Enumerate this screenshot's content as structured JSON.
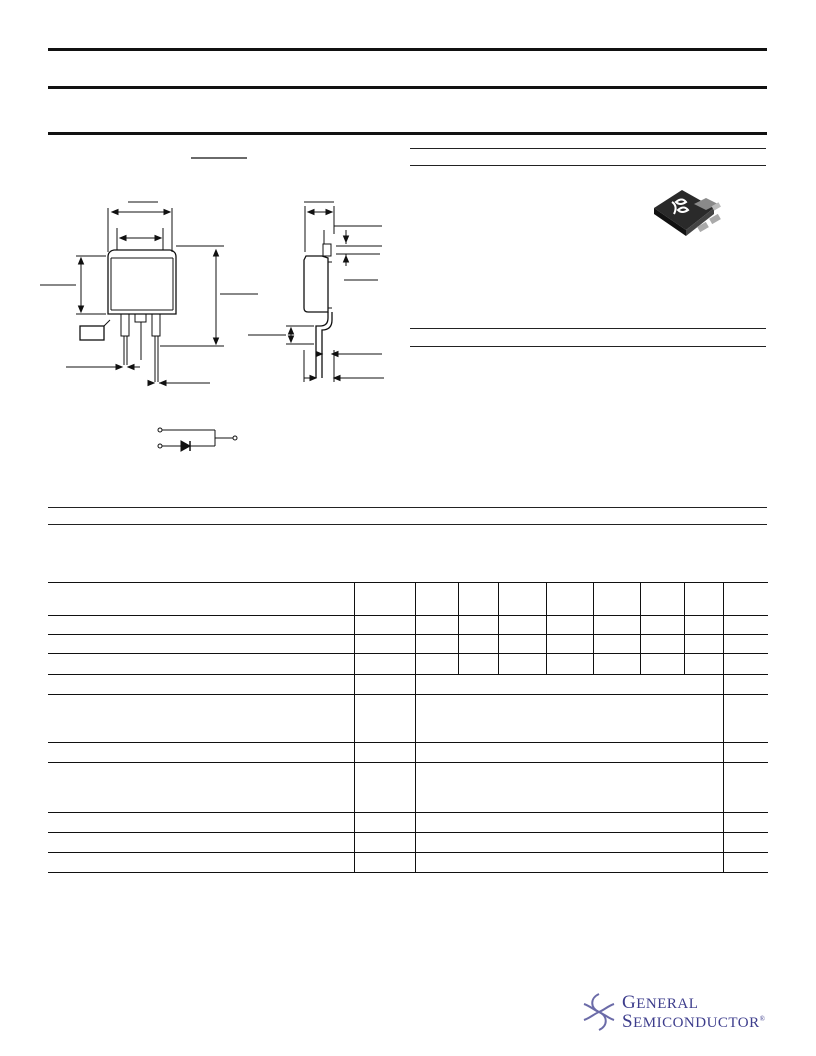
{
  "footer": {
    "logo_line1": {
      "initial": "G",
      "rest": "ENERAL"
    },
    "logo_line2": {
      "initial": "S",
      "rest": "EMICONDUCTOR"
    },
    "registered_mark": "®"
  }
}
